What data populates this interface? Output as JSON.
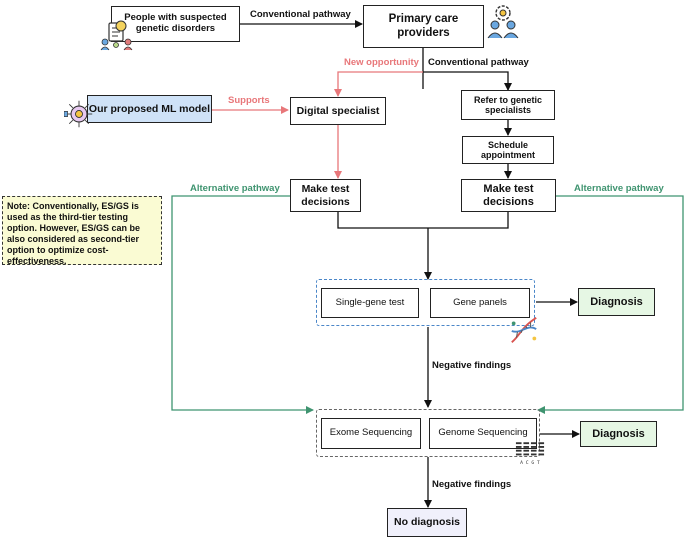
{
  "nodes": {
    "people": "People with suspected genetic disorders",
    "primary_care": "Primary care providers",
    "ml_model": "Our proposed ML model",
    "digital_specialist": "Digital specialist",
    "refer_genetic": "Refer to genetic specialists",
    "schedule": "Schedule appointment",
    "test_decisions_left": "Make test decisions",
    "test_decisions_right": "Make test decisions",
    "single_gene": "Single-gene test",
    "gene_panels": "Gene panels",
    "diagnosis_1": "Diagnosis",
    "exome": "Exome Sequencing",
    "genome": "Genome Sequencing",
    "diagnosis_2": "Diagnosis",
    "no_diagnosis": "No diagnosis"
  },
  "edge_labels": {
    "conventional_1": "Conventional pathway",
    "conventional_2": "Conventional pathway",
    "new_opportunity": "New opportunity",
    "supports": "Supports",
    "alternative_left": "Alternative pathway",
    "alternative_right": "Alternative pathway",
    "negative_1": "Negative findings",
    "negative_2": "Negative findings"
  },
  "note": "Note: Conventionally,  ES/GS is used as the third-tier testing option. However,  ES/GS can be also considered as second-tier option to optimize cost-effectiveness.",
  "sequencer_letters": "A C G T",
  "colors": {
    "conventional": "#111111",
    "new_opportunity": "#e8777a",
    "alternative": "#3f9470",
    "ml_fill": "#cfe2f7",
    "diagnosis_fill": "#e6f7e4",
    "note_fill": "#fafbd3",
    "tier1_dash": "#4a86c8",
    "tier2_dash": "#666666"
  }
}
